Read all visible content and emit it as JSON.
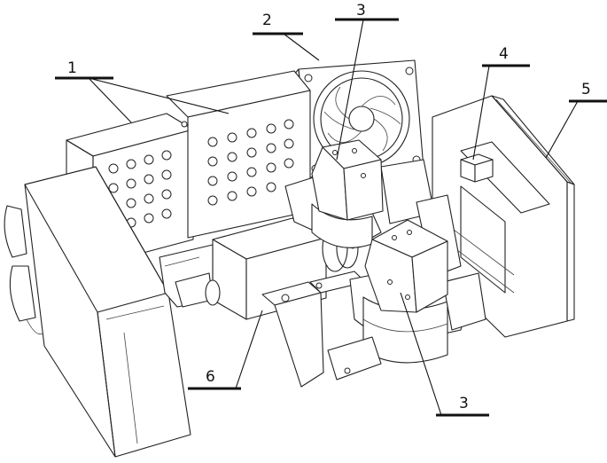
{
  "labels": {
    "l1": "1",
    "l2": "2",
    "l3a": "3",
    "l3b": "3",
    "l4": "4",
    "l5": "5",
    "l6": "6"
  },
  "colors": {
    "line": "#222222",
    "background": "#ffffff"
  }
}
